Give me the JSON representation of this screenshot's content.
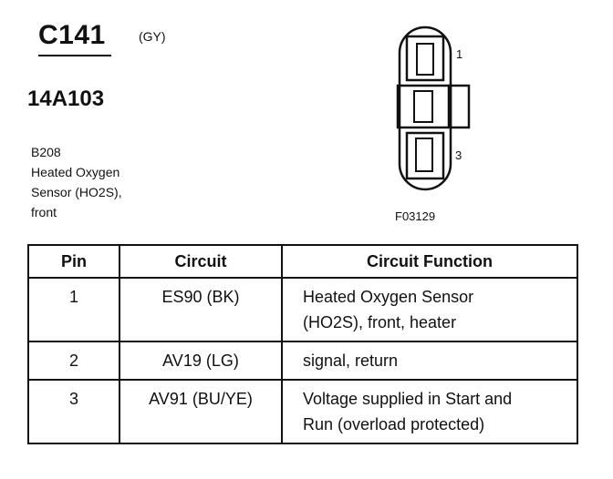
{
  "connector": {
    "id": "C141",
    "color": "(GY)",
    "part_number": "14A103",
    "description_lines": [
      "B208",
      "Heated Oxygen",
      "Sensor (HO2S),",
      "front"
    ],
    "figure_code": "F03129",
    "pin_labels": [
      "1",
      "3"
    ]
  },
  "table": {
    "headers": [
      "Pin",
      "Circuit",
      "Circuit Function"
    ],
    "rows": [
      {
        "pin": "1",
        "circuit": "ES90 (BK)",
        "function": [
          "Heated Oxygen Sensor",
          "(HO2S), front, heater"
        ]
      },
      {
        "pin": "2",
        "circuit": "AV19 (LG)",
        "function": [
          "signal, return"
        ]
      },
      {
        "pin": "3",
        "circuit": "AV91 (BU/YE)",
        "function": [
          "Voltage supplied in Start and",
          "Run (overload protected)"
        ]
      }
    ]
  }
}
